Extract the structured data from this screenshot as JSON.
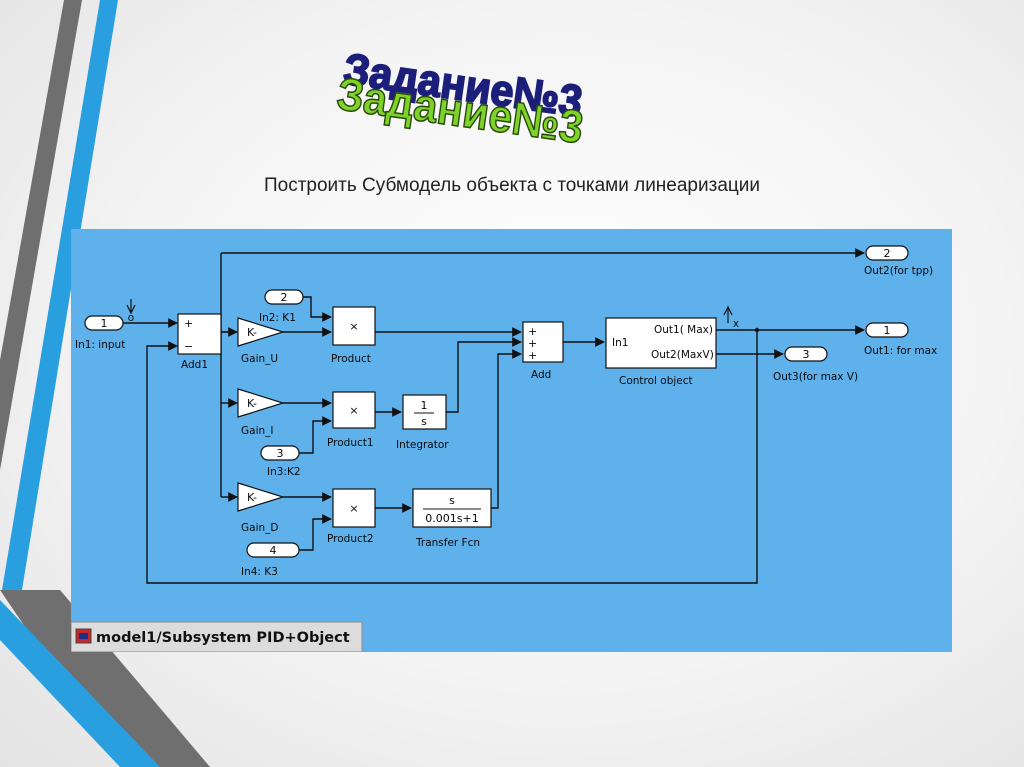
{
  "slide": {
    "title": "Задание№3",
    "subtitle": "Построить Субмодель объекта с точками линеаризации"
  },
  "window": {
    "caption": "model1/Subsystem PID+Object"
  },
  "diagram": {
    "in_ports": [
      {
        "num": "1",
        "label": "In1: input"
      },
      {
        "num": "2",
        "label": "In2: K1"
      },
      {
        "num": "3",
        "label": "In3:K2"
      },
      {
        "num": "4",
        "label": "In4: K3"
      }
    ],
    "out_ports": [
      {
        "num": "1",
        "label": "Out1: for max"
      },
      {
        "num": "2",
        "label": "Out2(for tpp)"
      },
      {
        "num": "3",
        "label": "Out3(for max V)"
      }
    ],
    "blocks": {
      "add1": "Add1",
      "gain_u": "Gain_U",
      "gain_i": "Gain_I",
      "gain_d": "Gain_D",
      "gain_text": "K-",
      "product": "Product",
      "product1": "Product1",
      "product2": "Product2",
      "product_symbol": "×",
      "integrator": "Integrator",
      "integrator_num": "1",
      "integrator_den": "s",
      "transfer_fcn": "Transfer Fcn",
      "tf_num": "s",
      "tf_den": "0.001s+1",
      "add": "Add",
      "control_object": "Control object",
      "co_in": "In1",
      "co_out1": "Out1( Max)",
      "co_out2": "Out2(MaxV)"
    },
    "signs": {
      "plus": "+",
      "minus": "−"
    },
    "lin_point_marks": {
      "input": "o",
      "output": "x"
    }
  },
  "colors": {
    "diagram_bg": "#5fb1ec",
    "title_green": "#7ed32a",
    "title_navy": "#1c1f7a",
    "accent_blue": "#2a9fe0",
    "accent_gray": "#6f6f6f"
  }
}
